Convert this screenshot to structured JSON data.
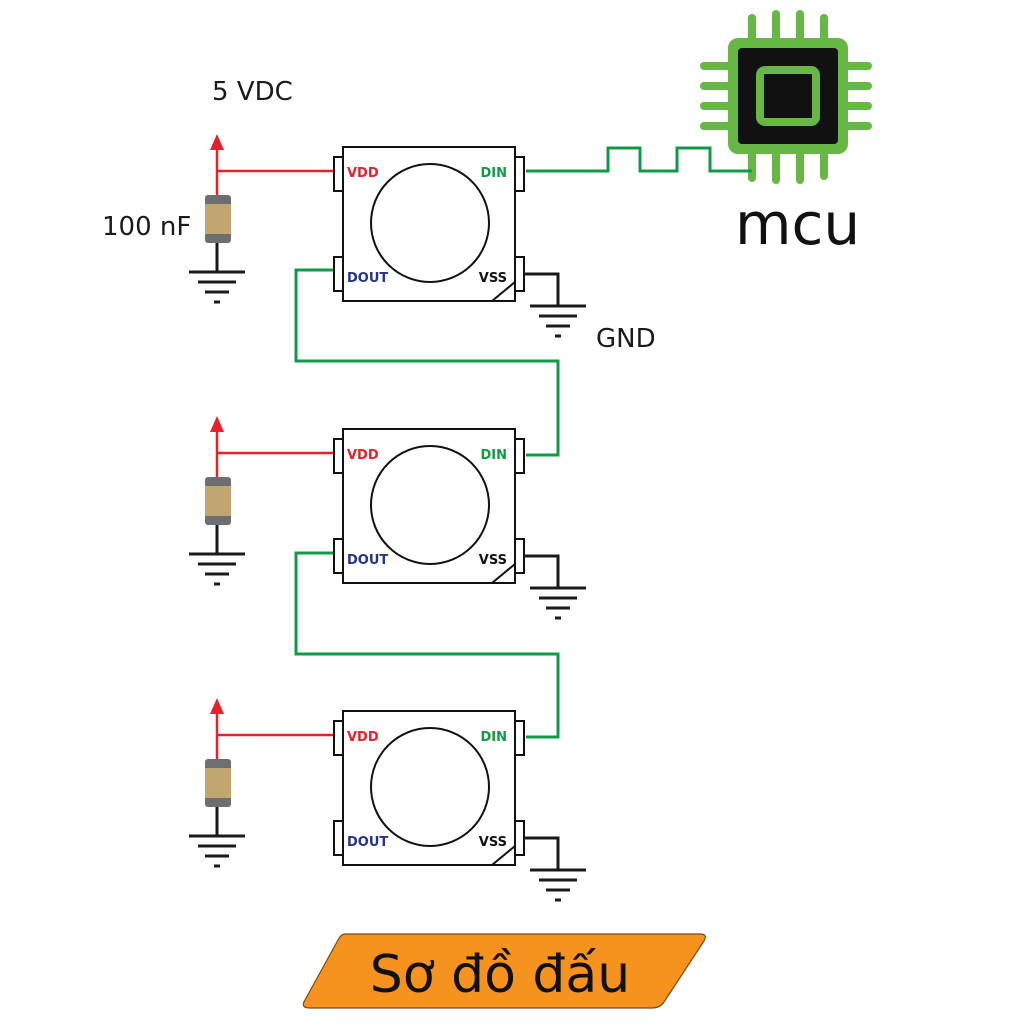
{
  "title": "Sơ đồ đấu",
  "supply_label": "5 VDC",
  "capacitor_label": "100 nF",
  "ground_label": "GND",
  "mcu_label": "mcu",
  "colors": {
    "power": "#e8202a",
    "data": "#0f9a48",
    "ground": "#1a1a1a",
    "dout_text": "#25338a",
    "mcu_green": "#67b745",
    "banner": "#f6921e",
    "cap_body": "#c2a670",
    "cap_band": "#6d6e70"
  },
  "leds": [
    {
      "id": 1,
      "pins": {
        "vdd": "VDD",
        "din": "DIN",
        "dout": "DOUT",
        "vss": "VSS"
      }
    },
    {
      "id": 2,
      "pins": {
        "vdd": "VDD",
        "din": "DIN",
        "dout": "DOUT",
        "vss": "VSS"
      }
    },
    {
      "id": 3,
      "pins": {
        "vdd": "VDD",
        "din": "DIN",
        "dout": "DOUT",
        "vss": "VSS"
      }
    }
  ]
}
